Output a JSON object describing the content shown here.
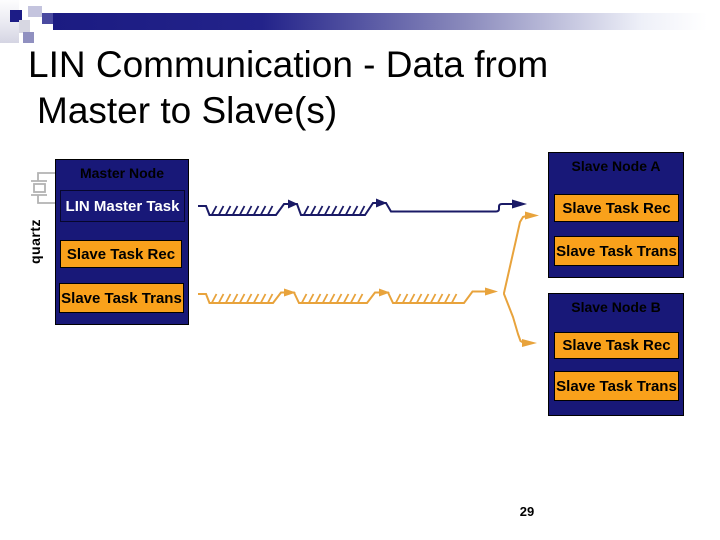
{
  "colors": {
    "navy": "#181878",
    "orange": "#f9a11b",
    "wave-navy": "#1a1a66",
    "wave-yellow": "#e8a33c",
    "bar-navy": "#1b1b82",
    "icon-gray": "#b3b3b3",
    "title-black": "#000000"
  },
  "header": {
    "title_line1": "LIN Communication - Data from",
    "title_line2": "Master to Slave(s)"
  },
  "master_node": {
    "title": "Master Node",
    "quartz_label": "quartz",
    "lin_master_task": "LIN Master Task",
    "slave_task_rec": "Slave Task Rec",
    "slave_task_trans": "Slave Task Trans"
  },
  "slave_node_a": {
    "title": "Slave Node A",
    "slave_task_rec": "Slave Task Rec",
    "slave_task_trans": "Slave Task Trans"
  },
  "slave_node_b": {
    "title": "Slave Node B",
    "slave_task_rec": "Slave Task Rec",
    "slave_task_trans": "Slave Task Trans"
  },
  "footer": {
    "page_number": "29"
  }
}
